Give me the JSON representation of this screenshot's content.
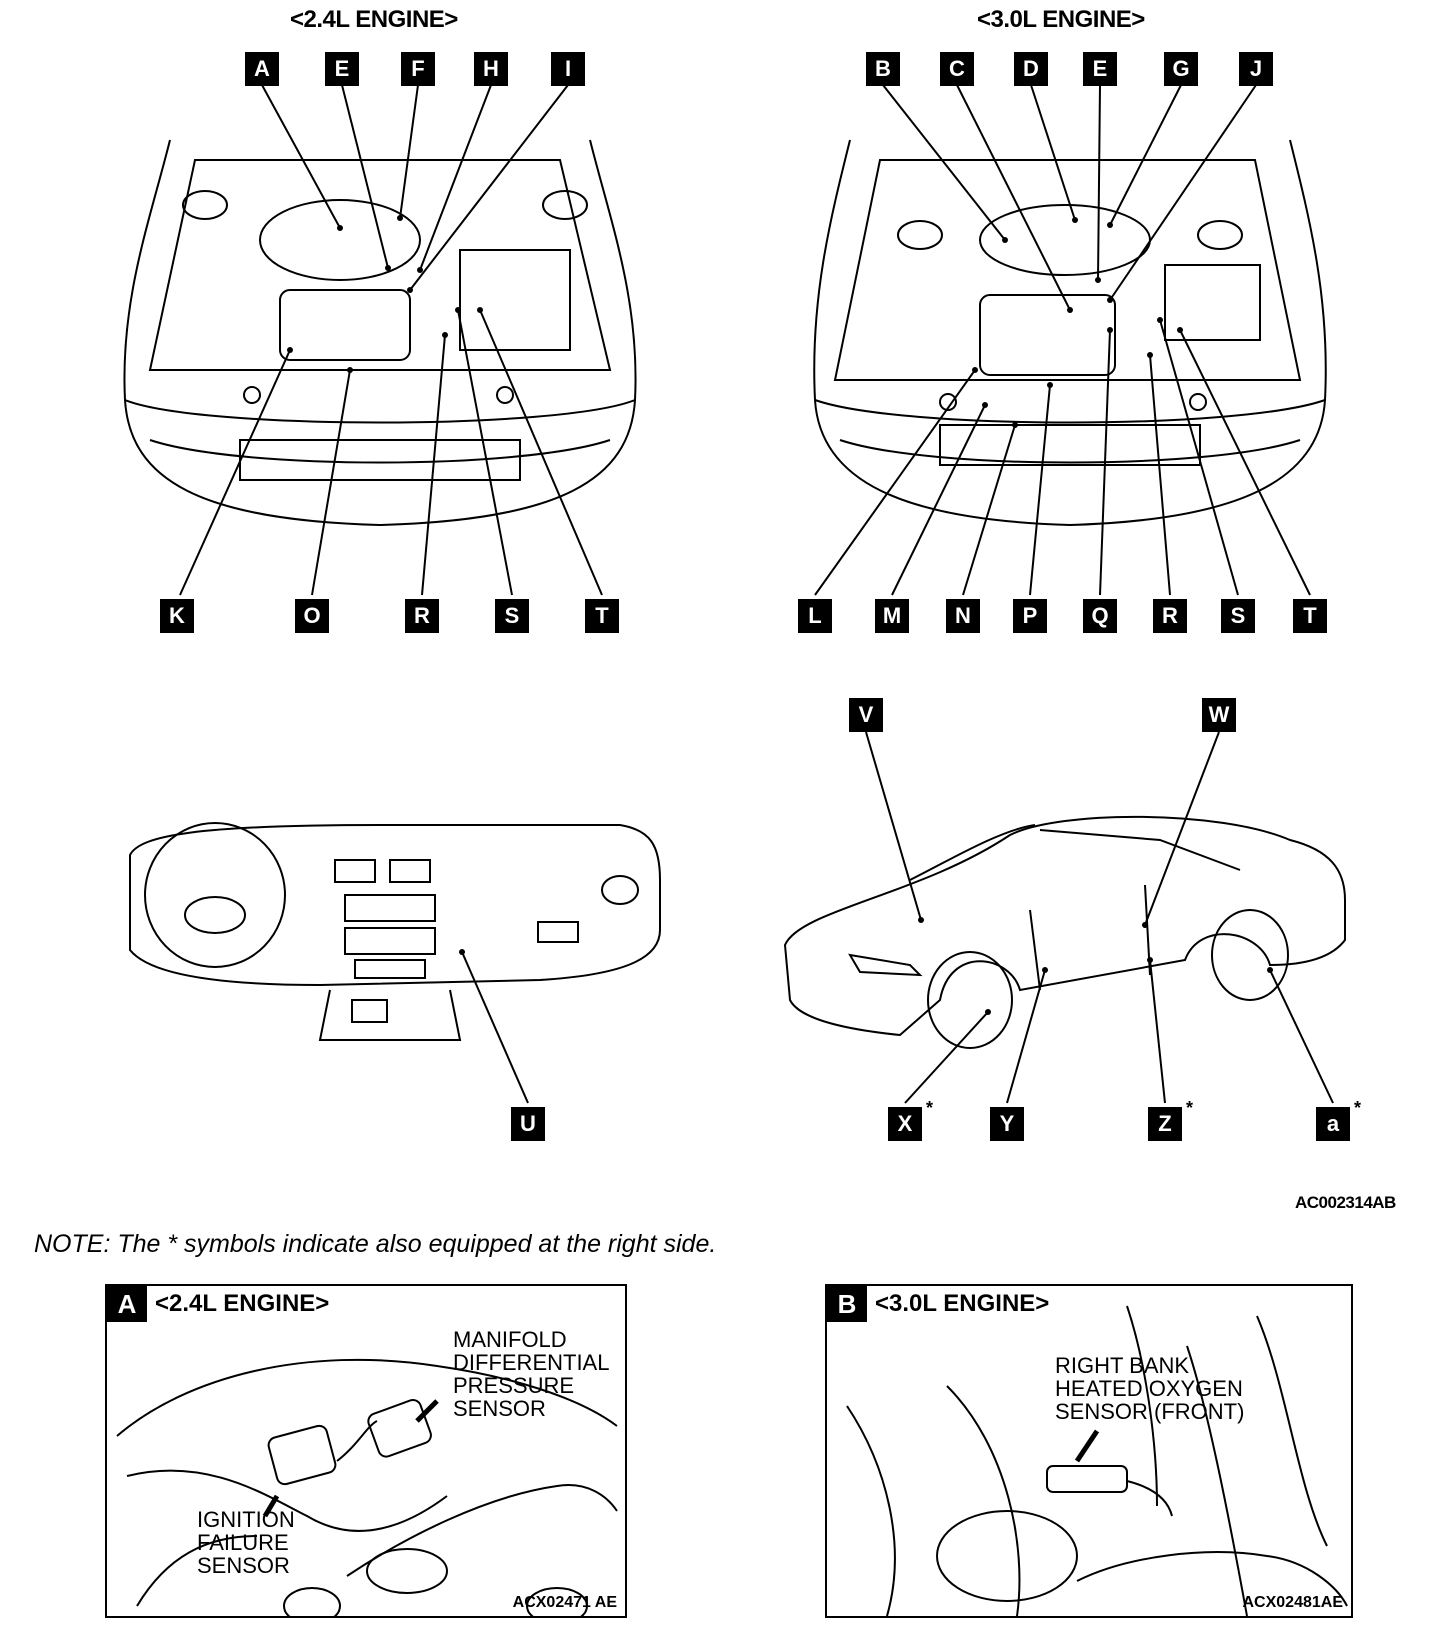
{
  "titles": {
    "engine24": "<2.4L ENGINE>",
    "engine30": "<3.0L ENGINE>"
  },
  "labels_24_top": [
    "A",
    "E",
    "F",
    "H",
    "I"
  ],
  "labels_24_bottom": [
    "K",
    "O",
    "R",
    "S",
    "T"
  ],
  "labels_30_top": [
    "B",
    "C",
    "D",
    "E",
    "G",
    "J"
  ],
  "labels_30_bottom": [
    "L",
    "M",
    "N",
    "P",
    "Q",
    "R",
    "S",
    "T"
  ],
  "labels_dash": [
    "U"
  ],
  "labels_car_top": [
    "V",
    "W"
  ],
  "labels_car_bottom": [
    "X",
    "Y",
    "Z",
    "a"
  ],
  "star_symbol": "*",
  "figure_code": "AC002314AB",
  "note": "NOTE: The * symbols indicate also equipped at the right side.",
  "panel_a": {
    "tag": "A",
    "title": "<2.4L ENGINE>",
    "callout_1": [
      "MANIFOLD",
      "DIFFERENTIAL",
      "PRESSURE",
      "SENSOR"
    ],
    "callout_2": [
      "IGNITION",
      "FAILURE",
      "SENSOR"
    ],
    "code": "ACX02471 AE"
  },
  "panel_b": {
    "tag": "B",
    "title": "<3.0L ENGINE>",
    "callout_1": [
      "RIGHT BANK",
      "HEATED OXYGEN",
      "SENSOR (FRONT)"
    ],
    "code": "ACX02481AE"
  }
}
